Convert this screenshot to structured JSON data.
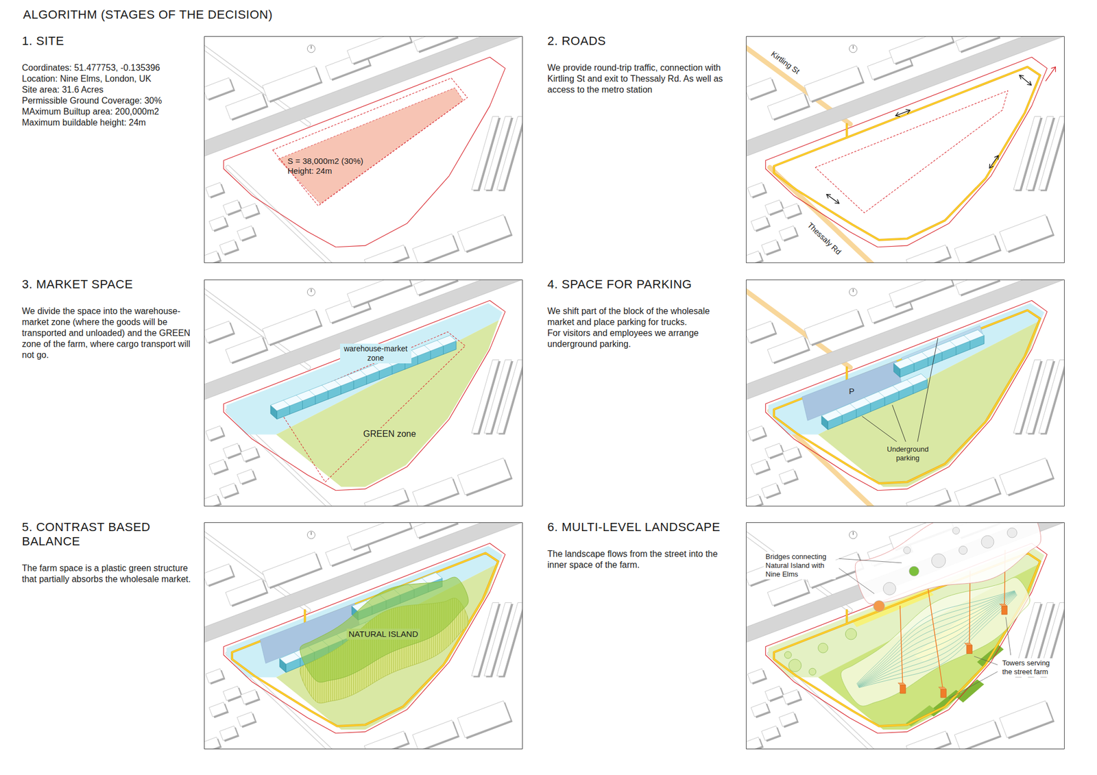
{
  "diagram": {
    "title": "ALGORITHM (STAGES OF THE DECISION)",
    "nodes": [
      {
        "text": [
          "1. SITE",
          "Coordinates: 51.477753, -0.135396",
          "Location: Nine Elms, London, UK",
          "Site area: 31.6 Acres",
          "Permissible Ground Coverage: 30%",
          "MAximum Builtup area: 200,000m2",
          "Maximum buildable height: 24m"
        ]
      },
      {
        "text": [
          "S = 38,000m2 (30%) Height: 24m"
        ],
        "in": 0
      },
      {
        "text": [
          "2. ROADS",
          "We provide round-trip traffic, connection with Kirtling St and exit to Thessaly Rd. As well as access to the metro station"
        ]
      },
      {
        "text": [
          "3. MARKET SPACE",
          "We divide the space into the warehouse-market zone (where the goods will be transported and unloaded) and the GREEN zone of the farm, where cargo transport will not go."
        ]
      },
      {
        "text": [
          "warehouse-market zone"
        ],
        "in": 3
      },
      {
        "text": [
          "GREEN zone"
        ],
        "in": 3
      },
      {
        "text": [
          "4. SPACE FOR PARKING",
          "We shift part of the block of the wholesale market and place parking for trucks.",
          "For visitors and employees we arrange underground parking."
        ]
      },
      {
        "text": [
          "P"
        ],
        "in": 6
      },
      {
        "text": [
          "5. CONTRAST BASED BALANCE",
          "The farm space is a plastic green structure that partially absorbs the wholesale market."
        ]
      },
      {
        "text": [
          "NATURAL ISLAND"
        ],
        "in": 8
      },
      {
        "text": [
          "6. MULTI-LEVEL LANDSCAPE",
          "The landscape flows from the street into the inner space of the farm."
        ]
      }
    ],
    "labels": [
      "Kirtling St",
      "Thessaly Rd",
      "Underground parking",
      "Bridges connecting Natural Island with Nine Elms",
      "Towers serving the street farm"
    ]
  }
}
